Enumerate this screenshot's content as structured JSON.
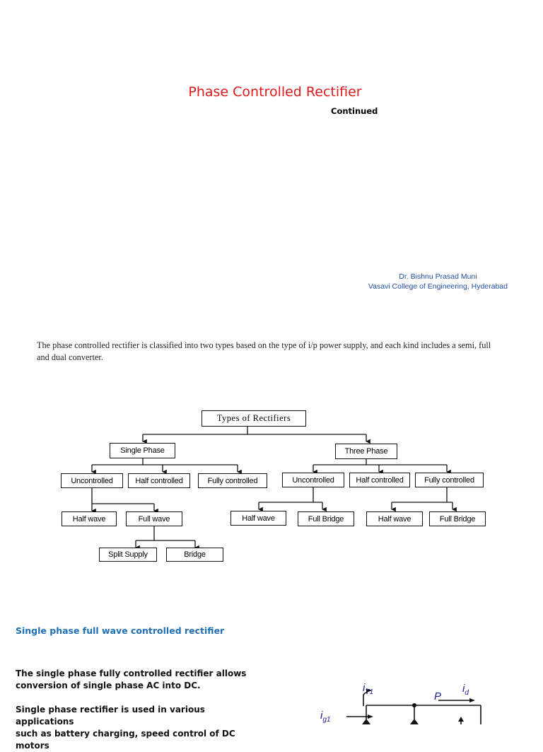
{
  "header": {
    "title": "Phase Controlled Rectifier",
    "subtitle": "Continued"
  },
  "author": {
    "name": "Dr. Bishnu Prasad Muni",
    "affiliation": "Vasavi College of Engineering, Hyderabad"
  },
  "intro": "The phase controlled rectifier is classified into two types based on the type of i/p power supply, and each kind includes a semi, full and dual converter.",
  "diagram": {
    "root": "Types of Rectifiers",
    "single_phase": "Single Phase",
    "three_phase": "Three Phase",
    "sp_uncontrolled": "Uncontrolled",
    "sp_half_controlled": "Half controlled",
    "sp_fully_controlled": "Fully controlled",
    "tp_uncontrolled": "Uncontrolled",
    "tp_half_controlled": "Half controlled",
    "tp_fully_controlled": "Fully controlled",
    "sp_half_wave": "Half wave",
    "sp_full_wave": "Full wave",
    "split_supply": "Split Supply",
    "bridge": "Bridge",
    "tp_u_half_wave": "Half wave",
    "tp_u_full_bridge": "Full Bridge",
    "tp_f_half_wave": "Half wave",
    "tp_f_full_bridge": "Full Bridge"
  },
  "section": {
    "heading": "Single phase full wave controlled rectifier",
    "para1_line1": "The single phase fully controlled rectifier allows",
    "para1_line2": "conversion of single phase AC into DC.",
    "para2_line1": "Single phase rectifier  is used in various applications",
    "para2_line2": "such as battery charging, speed control of DC motors"
  },
  "circuit": {
    "i_T1": "i",
    "i_T1_sub": "T1",
    "P": "P",
    "i_d": "i",
    "i_d_sub": "d",
    "i_g1": "i",
    "i_g1_sub": "g1"
  },
  "colors": {
    "title": "#e0191b",
    "author": "#1f4ea3",
    "heading": "#1f6fb5"
  }
}
